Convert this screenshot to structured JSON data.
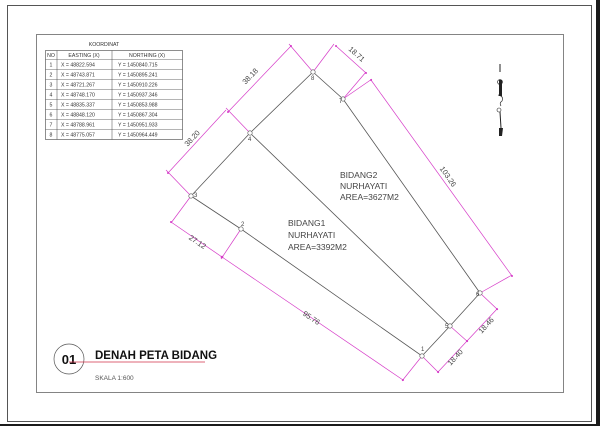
{
  "coordinate_table": {
    "title": "KOORDINAT",
    "headers": {
      "no": "NO",
      "easting": "EASTING (X)",
      "northing": "NORTHING (X)"
    },
    "rows": [
      {
        "no": "1",
        "x": "X = 48822.594",
        "y": "Y = 1450840.715"
      },
      {
        "no": "2",
        "x": "X = 48743.871",
        "y": "Y = 1450895.241"
      },
      {
        "no": "3",
        "x": "X = 48721.267",
        "y": "Y = 1450910.226"
      },
      {
        "no": "4",
        "x": "X = 48748.170",
        "y": "Y = 1450937.346"
      },
      {
        "no": "5",
        "x": "X = 48835.337",
        "y": "Y = 1450853.988"
      },
      {
        "no": "6",
        "x": "X = 48848.120",
        "y": "Y = 1450867.304"
      },
      {
        "no": "7",
        "x": "X = 48788.961",
        "y": "Y = 1450951.933"
      },
      {
        "no": "8",
        "x": "X = 48775.057",
        "y": "Y = 1450964.449"
      }
    ]
  },
  "parcels": [
    {
      "name": "BIDANG1",
      "owner": "NURHAYATI",
      "area": "AREA=3392M2"
    },
    {
      "name": "BIDANG2",
      "owner": "NURHAYATI",
      "area": "AREA=3627M2"
    }
  ],
  "points": [
    {
      "id": "1",
      "label": "1"
    },
    {
      "id": "2",
      "label": "2"
    },
    {
      "id": "3",
      "label": "3"
    },
    {
      "id": "4",
      "label": "4"
    },
    {
      "id": "5",
      "label": "5"
    },
    {
      "id": "6",
      "label": "6"
    },
    {
      "id": "7",
      "label": "7"
    },
    {
      "id": "8",
      "label": "8"
    }
  ],
  "dimensions": {
    "d_8_4": "38.18",
    "d_8_7": "18.71",
    "d_4_3": "38.20",
    "d_3_2": "27.12",
    "d_2_1": "95.76",
    "d_7_6": "103.26",
    "d_1_5": "18.40",
    "d_5_6": "18.46"
  },
  "title_block": {
    "number": "01",
    "title": "DENAH PETA BIDANG",
    "scale": "SKALA 1:600"
  },
  "colors": {
    "dimension": "#d63cc8",
    "boundary": "#555555",
    "title_underline": "#d0304a"
  },
  "north_arrow": {
    "icon": "north-arrow-icon"
  }
}
